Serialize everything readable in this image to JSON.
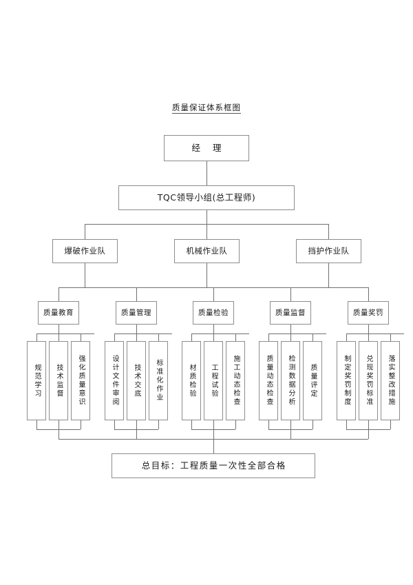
{
  "diagram": {
    "title": "质量保证体系框图",
    "type": "organizational-flowchart",
    "level1": {
      "label": "经  理"
    },
    "level2": {
      "label": "TQC领导小组(总工程师)"
    },
    "level3": [
      {
        "label": "爆破作业队"
      },
      {
        "label": "机械作业队"
      },
      {
        "label": "挡护作业队"
      }
    ],
    "level4": [
      {
        "label": "质量教育"
      },
      {
        "label": "质量管理"
      },
      {
        "label": "质量检验"
      },
      {
        "label": "质量监督"
      },
      {
        "label": "质量奖罚"
      }
    ],
    "level5": [
      {
        "label": "规范学习"
      },
      {
        "label": "技术监督"
      },
      {
        "label": "强化质量意识"
      },
      {
        "label": "设计文件审阅"
      },
      {
        "label": "技术交底"
      },
      {
        "label": "标准化作业"
      },
      {
        "label": "材质检验"
      },
      {
        "label": "工程试验"
      },
      {
        "label": "施工动态检查"
      },
      {
        "label": "质量动态检查"
      },
      {
        "label": "检测数据分析"
      },
      {
        "label": "质量评定"
      },
      {
        "label": "制定奖罚制度"
      },
      {
        "label": "兑现奖罚标准"
      },
      {
        "label": "落实整改措施"
      }
    ],
    "goal": {
      "label": "总目标：工程质量一次性全部合格"
    },
    "colors": {
      "box_border": "#8c8c8c",
      "connector": "#6f6f6f",
      "text": "#1a1a1a",
      "background": "#ffffff"
    }
  }
}
